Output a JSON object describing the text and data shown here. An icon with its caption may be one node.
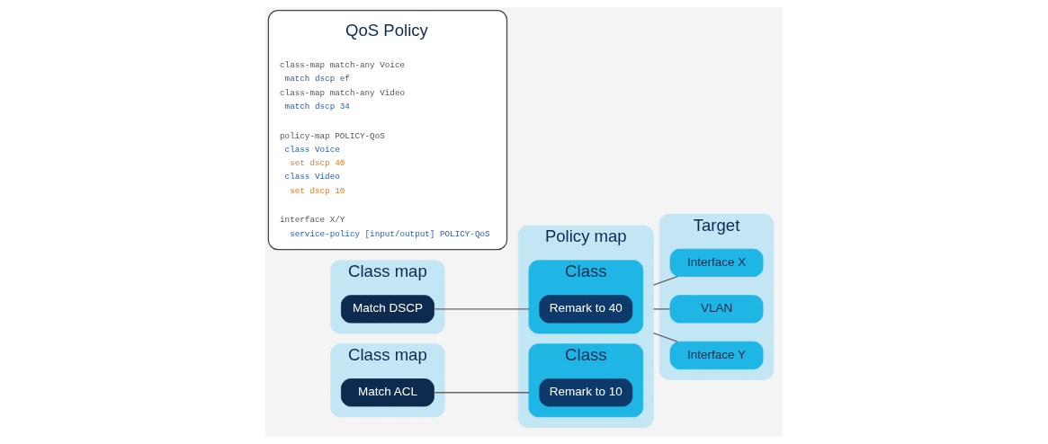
{
  "diagram": {
    "nodes": [
      {
        "text": [
          "Class map"
        ]
      },
      {
        "text": [
          "Match DSCP"
        ],
        "in": 0
      },
      {
        "text": [
          "Class map"
        ]
      },
      {
        "text": [
          "Match ACL"
        ],
        "in": 2
      },
      {
        "text": [
          "Policy map"
        ]
      },
      {
        "text": [
          "Class"
        ],
        "in": 4
      },
      {
        "text": [
          "Remark to 40"
        ],
        "in": 5
      },
      {
        "text": [
          "Class"
        ],
        "in": 4
      },
      {
        "text": [
          "Remark to 10"
        ],
        "in": 7
      },
      {
        "text": [
          "Target"
        ]
      },
      {
        "text": [
          "Interface X"
        ],
        "in": 9
      },
      {
        "text": [
          "VLAN"
        ],
        "in": 9
      },
      {
        "text": [
          "Interface Y"
        ],
        "in": 9
      },
      {
        "text": [
          "QoS Policy",
          "class-map match-any Voice",
          " match dscp ef",
          "class-map match-any Video",
          " match dscp 34",
          "policy-map POLICY-QoS",
          " class Voice",
          "  set dscp 40",
          " class Video",
          "  set dscp 10",
          "interface X/Y",
          "  service-policy [input/output] POLICY-QoS"
        ]
      }
    ],
    "edges": [
      {
        "from": 1,
        "to": 5,
        "arrow": "none"
      },
      {
        "from": 3,
        "to": 7,
        "arrow": "none"
      },
      {
        "from": 4,
        "to": 10,
        "arrow": "none"
      },
      {
        "from": 4,
        "to": 11,
        "arrow": "none"
      },
      {
        "from": 4,
        "to": 12,
        "arrow": "none"
      }
    ]
  }
}
